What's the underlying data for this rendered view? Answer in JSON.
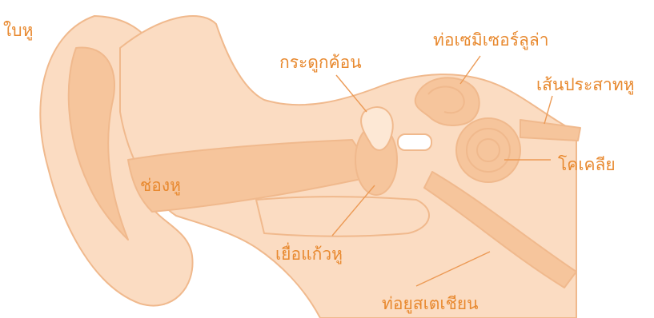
{
  "labels": {
    "pinna": "ใบหู",
    "ear_canal": "ช่องหู",
    "malleus": "กระดูกค้อน",
    "semicircular_canals": "ท่อเซมิเซอร์ลูล่า",
    "auditory_nerve": "เส้นประสาทหู",
    "cochlea": "โคเคลีย",
    "eardrum": "เยื่อแก้วหู",
    "eustachian_tube": "ท่อยูสเตเชียน"
  },
  "colors": {
    "label": "#e8892f",
    "fill": "#fbdcc2",
    "fill_dark": "#f6c59c",
    "outline": "#f0b98d",
    "leader": "#ec9a55"
  }
}
